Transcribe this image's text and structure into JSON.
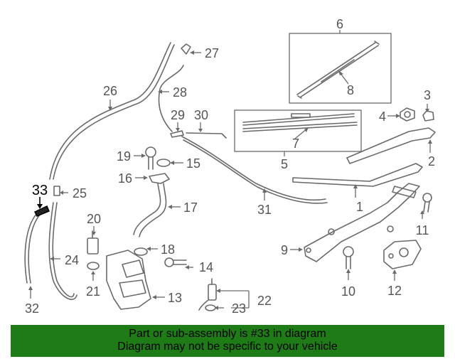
{
  "callouts": {
    "c1": "1",
    "c2": "2",
    "c3": "3",
    "c4": "4",
    "c5": "5",
    "c6": "6",
    "c7": "7",
    "c8": "8",
    "c9": "9",
    "c10": "10",
    "c11": "11",
    "c12": "12",
    "c13": "13",
    "c14": "14",
    "c15": "15",
    "c16": "16",
    "c17": "17",
    "c18": "18",
    "c19": "19",
    "c20": "20",
    "c21": "21",
    "c22": "22",
    "c23": "23",
    "c24": "24",
    "c25": "25",
    "c26": "26",
    "c27": "27",
    "c28": "28",
    "c29": "29",
    "c30": "30",
    "c31": "31",
    "c32": "32",
    "c33": "33"
  },
  "highlighted_part": "33",
  "banner": {
    "line1": "Part or sub-assembly is #33 in diagram",
    "line2": "Diagram may not be specific to your vehicle",
    "color": "#1e7b16"
  },
  "colors": {
    "line": "#6a6a6a",
    "label": "#555555",
    "highlight": "#000000"
  }
}
